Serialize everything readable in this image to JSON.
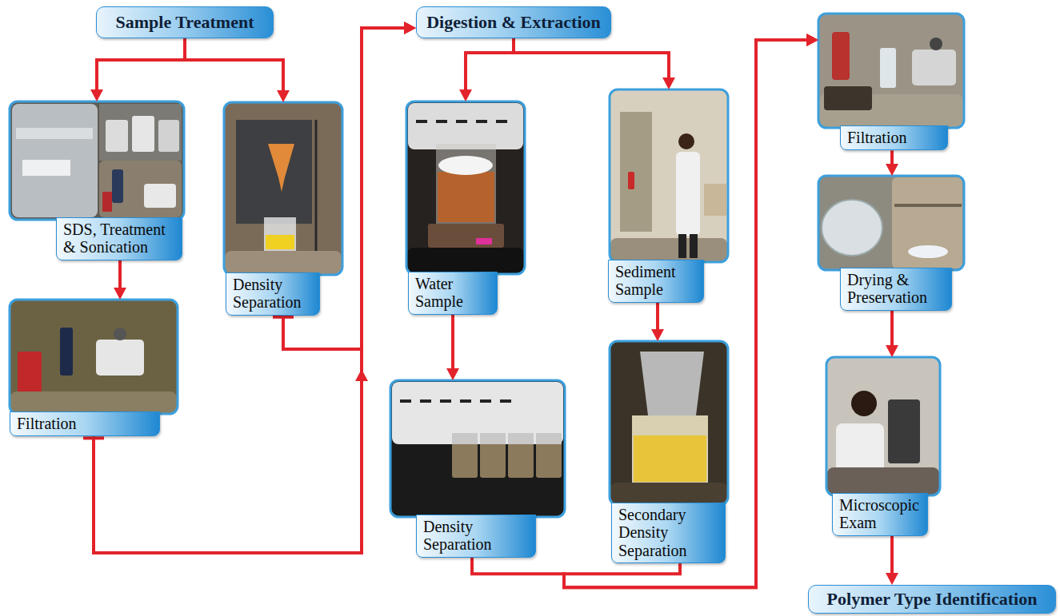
{
  "diagram": {
    "nodes": [
      {
        "text": [
          "Sample Treatment"
        ]
      },
      {
        "text": [
          "Digestion & Extraction"
        ]
      },
      {
        "text": [
          "SDS, Treatment & Sonication"
        ]
      },
      {
        "text": [
          "Density Separation"
        ]
      },
      {
        "text": [
          "Filtration"
        ]
      },
      {
        "text": [
          "Water Sample"
        ]
      },
      {
        "text": [
          "Sediment Sample"
        ]
      },
      {
        "text": [
          "Density Separation"
        ]
      },
      {
        "text": [
          "Secondary Density Separation"
        ]
      },
      {
        "text": [
          "Filtration"
        ]
      },
      {
        "text": [
          "Drying & Preservation"
        ]
      },
      {
        "text": [
          "Microscopic Exam"
        ]
      },
      {
        "text": [
          "Polymer Type Identification"
        ]
      }
    ],
    "edges": [
      {
        "from": 0,
        "to": 2,
        "arrow": "to"
      },
      {
        "from": 0,
        "to": 3,
        "arrow": "to"
      },
      {
        "from": 2,
        "to": 4,
        "arrow": "to"
      },
      {
        "from": 3,
        "to": 1,
        "arrow": "to"
      },
      {
        "from": 4,
        "to": 1,
        "arrow": "to"
      },
      {
        "from": 1,
        "to": 5,
        "arrow": "to"
      },
      {
        "from": 1,
        "to": 6,
        "arrow": "to"
      },
      {
        "from": 5,
        "to": 7,
        "arrow": "to"
      },
      {
        "from": 6,
        "to": 8,
        "arrow": "to"
      },
      {
        "from": 7,
        "to": 9,
        "arrow": "to"
      },
      {
        "from": 8,
        "to": 9,
        "arrow": "to"
      },
      {
        "from": 9,
        "to": 10,
        "arrow": "to"
      },
      {
        "from": 10,
        "to": 11,
        "arrow": "to"
      },
      {
        "from": 11,
        "to": 12,
        "arrow": "to"
      }
    ]
  }
}
